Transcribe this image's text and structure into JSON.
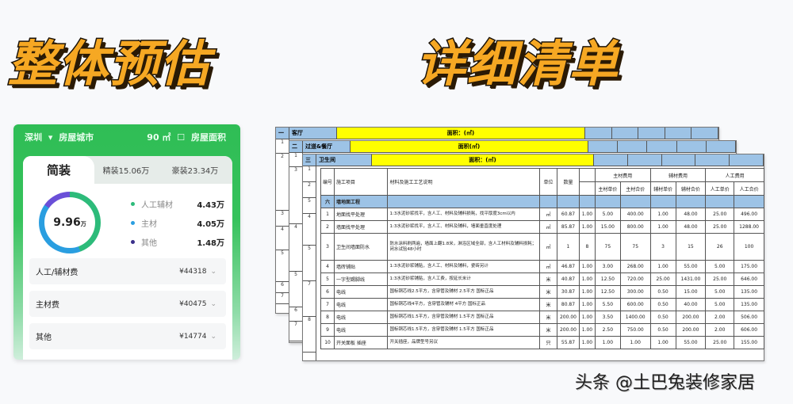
{
  "headlines": {
    "left": "整体预估",
    "right": "详细清单"
  },
  "phone": {
    "city": "深圳",
    "city_selector_icon": "caret-down-icon",
    "city_action": "房屋城市",
    "area": "90 ㎡",
    "area_icon": "edit-icon",
    "area_action": "房屋面积",
    "tabs": [
      {
        "label": "简装",
        "active": true
      },
      {
        "label": "精装15.06万",
        "active": false
      },
      {
        "label": "豪装23.34万",
        "active": false
      }
    ],
    "total": {
      "value": "9.96",
      "unit": "万"
    },
    "breakdown": [
      {
        "name": "人工辅材",
        "value": "4.43万",
        "color": "#2dbb7a"
      },
      {
        "name": "主材",
        "value": "4.05万",
        "color": "#2a9ee0"
      },
      {
        "name": "其他",
        "value": "1.48万",
        "color": "#3a2f8a"
      }
    ],
    "cost_rows": [
      {
        "label": "人工/辅材费",
        "amount": "¥44318"
      },
      {
        "label": "主材费",
        "amount": "¥40475"
      },
      {
        "label": "其他",
        "amount": "¥14774"
      }
    ]
  },
  "sheets": [
    {
      "section_no": "一",
      "section_name": "客厅",
      "title": "面积：(㎡)"
    },
    {
      "section_no": "二",
      "section_name": "过道&餐厅",
      "title": "面积(㎡)"
    },
    {
      "section_no": "三",
      "section_name": "卫生间",
      "title": "面积：(㎡)"
    }
  ],
  "table": {
    "header_groups": [
      "主材费用",
      "辅材费用",
      "人工费用"
    ],
    "headers": [
      "编号",
      "施工项目",
      "材料及施工工艺说明",
      "单位",
      "数量",
      "",
      "主材单价",
      "主材合价",
      "辅材单价",
      "辅材合价",
      "人工单价",
      "人工合价"
    ],
    "section_row": {
      "no": "六",
      "name": "墙地面工程"
    },
    "rows": [
      {
        "no": "1",
        "item": "地面找平处理",
        "desc": "1:3水泥砂浆找平，含人工、材料及辅料损耗，找平厚度3cm以内",
        "unit": "㎡",
        "qty": "60.87",
        "c": "1.00",
        "p1": "5.00",
        "p2": "400.00",
        "p3": "1.00",
        "p4": "48.00",
        "p5": "25.00",
        "p6": "496.00"
      },
      {
        "no": "2",
        "item": "墙面找平处理",
        "desc": "1:3水泥砂浆找平，含人工、材料及辅料，墙面垂直度处理",
        "unit": "㎡",
        "qty": "85.87",
        "c": "1.00",
        "p1": "15.00",
        "p2": "800.00",
        "p3": "1.00",
        "p4": "48.00",
        "p5": "25.00",
        "p6": "1288.00"
      },
      {
        "no": "3",
        "item": "卫生间墙面防水",
        "desc": "防水涂料刷两遍，墙面上翻1.8米，淋浴区域全部，含人工材料及辅料损耗；闭水试验48小时",
        "unit": "㎡",
        "qty": "1",
        "c": "8",
        "p1": "75",
        "p2": "75",
        "p3": "3",
        "p4": "15",
        "p5": "26",
        "p6": "100"
      },
      {
        "no": "4",
        "item": "墙砖铺贴",
        "desc": "1:3水泥砂浆铺贴，含人工、材料及辅料，瓷砖另计",
        "unit": "㎡",
        "qty": "46.87",
        "c": "1.00",
        "p1": "3.00",
        "p2": "268.00",
        "p3": "1.00",
        "p4": "55.00",
        "p5": "5.00",
        "p6": "175.00"
      },
      {
        "no": "5",
        "item": "一字型踢脚线",
        "desc": "1:3水泥砂浆铺贴，含人工费，按延长米计",
        "unit": "米",
        "qty": "40.87",
        "c": "1.00",
        "p1": "12.50",
        "p2": "720.00",
        "p3": "25.00",
        "p4": "1431.00",
        "p5": "25.00",
        "p6": "646.00"
      },
      {
        "no": "6",
        "item": "电线",
        "desc": "国标铜芯线2.5平方，含穿管及辅材 2.5平方 国标正品",
        "unit": "米",
        "qty": "30.87",
        "c": "1.00",
        "p1": "12.50",
        "p2": "300.00",
        "p3": "0.50",
        "p4": "15.00",
        "p5": "5.00",
        "p6": "135.00"
      },
      {
        "no": "7",
        "item": "电线",
        "desc": "国标铜芯线4平方，含穿管及辅材 4平方 国标正品",
        "unit": "米",
        "qty": "80.87",
        "c": "1.00",
        "p1": "5.50",
        "p2": "600.00",
        "p3": "0.50",
        "p4": "40.00",
        "p5": "5.00",
        "p6": "135.00"
      },
      {
        "no": "8",
        "item": "电线",
        "desc": "国标铜芯线1.5平方，含穿管及辅材 1.5平方 国标正品",
        "unit": "米",
        "qty": "200.00",
        "c": "1.00",
        "p1": "3.50",
        "p2": "1400.00",
        "p3": "0.50",
        "p4": "200.00",
        "p5": "2.00",
        "p6": "506.00"
      },
      {
        "no": "9",
        "item": "电线",
        "desc": "国标铜芯线1.5平方，含穿管及辅材 1.5平方 国标正品",
        "unit": "米",
        "qty": "200.00",
        "c": "1.00",
        "p1": "2.50",
        "p2": "750.00",
        "p3": "0.50",
        "p4": "200.00",
        "p5": "2.00",
        "p6": "606.00"
      },
      {
        "no": "10",
        "item": "开关面板 插座",
        "desc": "开关插座，品牌型号另议",
        "unit": "只",
        "qty": "55.87",
        "c": "1.00",
        "p1": "1.00",
        "p2": "1.00",
        "p3": "1.00",
        "p4": "55.00",
        "p5": "25.00",
        "p6": "155.00"
      }
    ],
    "side_numbers": [
      "1",
      "2",
      "3",
      "4",
      "5",
      "6",
      "7",
      "8",
      "9"
    ]
  },
  "watermark": "头条 @土巴兔装修家居"
}
